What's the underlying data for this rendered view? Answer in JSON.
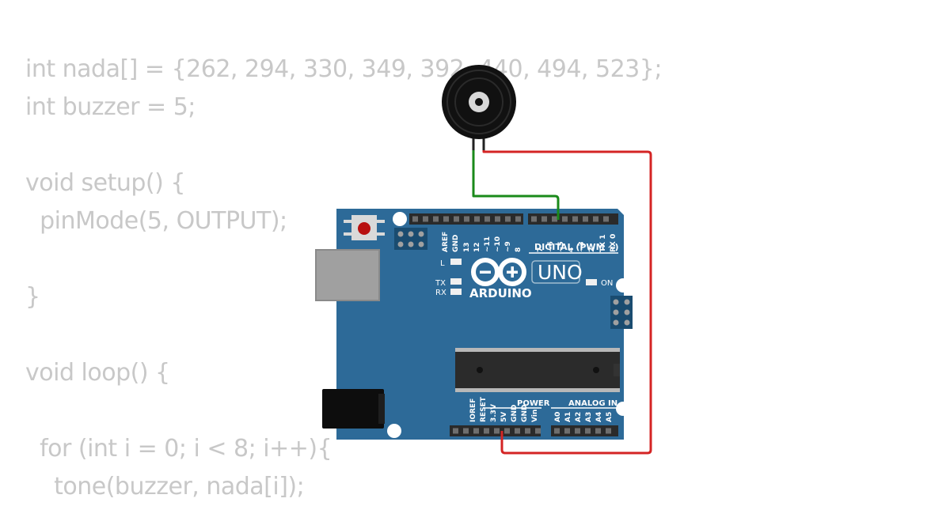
{
  "code_lines": [
    "int nada[] = {262, 294, 330, 349, 392, 440, 494, 523};",
    "int buzzer = 5;",
    "",
    "void setup() {",
    "  pinMode(5, OUTPUT);",
    "",
    "}",
    "",
    "void loop() {",
    "",
    "  for (int i = 0; i < 8; i++){",
    "    tone(buzzer, nada[i]);"
  ],
  "board": {
    "logo_text": "ARDUINO",
    "model": "UNO",
    "digital_label": "DIGITAL (PWM ~)",
    "power_label": "POWER",
    "analog_label": "ANALOG IN",
    "on_label": "ON",
    "l_label": "L",
    "tx_label": "TX",
    "rx_label": "RX",
    "digital_pins": [
      "AREF",
      "GND",
      "13",
      "12",
      "~11",
      "~10",
      "~9",
      "8",
      "7",
      "~6",
      "~5",
      "4",
      "~3",
      "2",
      "TX 1",
      "RX 0"
    ],
    "power_pins": [
      "IOREF",
      "RESET",
      "3.3V",
      "5V",
      "GND",
      "GND",
      "Vin"
    ],
    "analog_pins": [
      "A0",
      "A1",
      "A2",
      "A3",
      "A4",
      "A5"
    ]
  },
  "colors": {
    "board": "#2d6a98",
    "wire_signal": "#1a8a1a",
    "wire_power": "#d42424",
    "code_text": "#c8c8c8"
  }
}
